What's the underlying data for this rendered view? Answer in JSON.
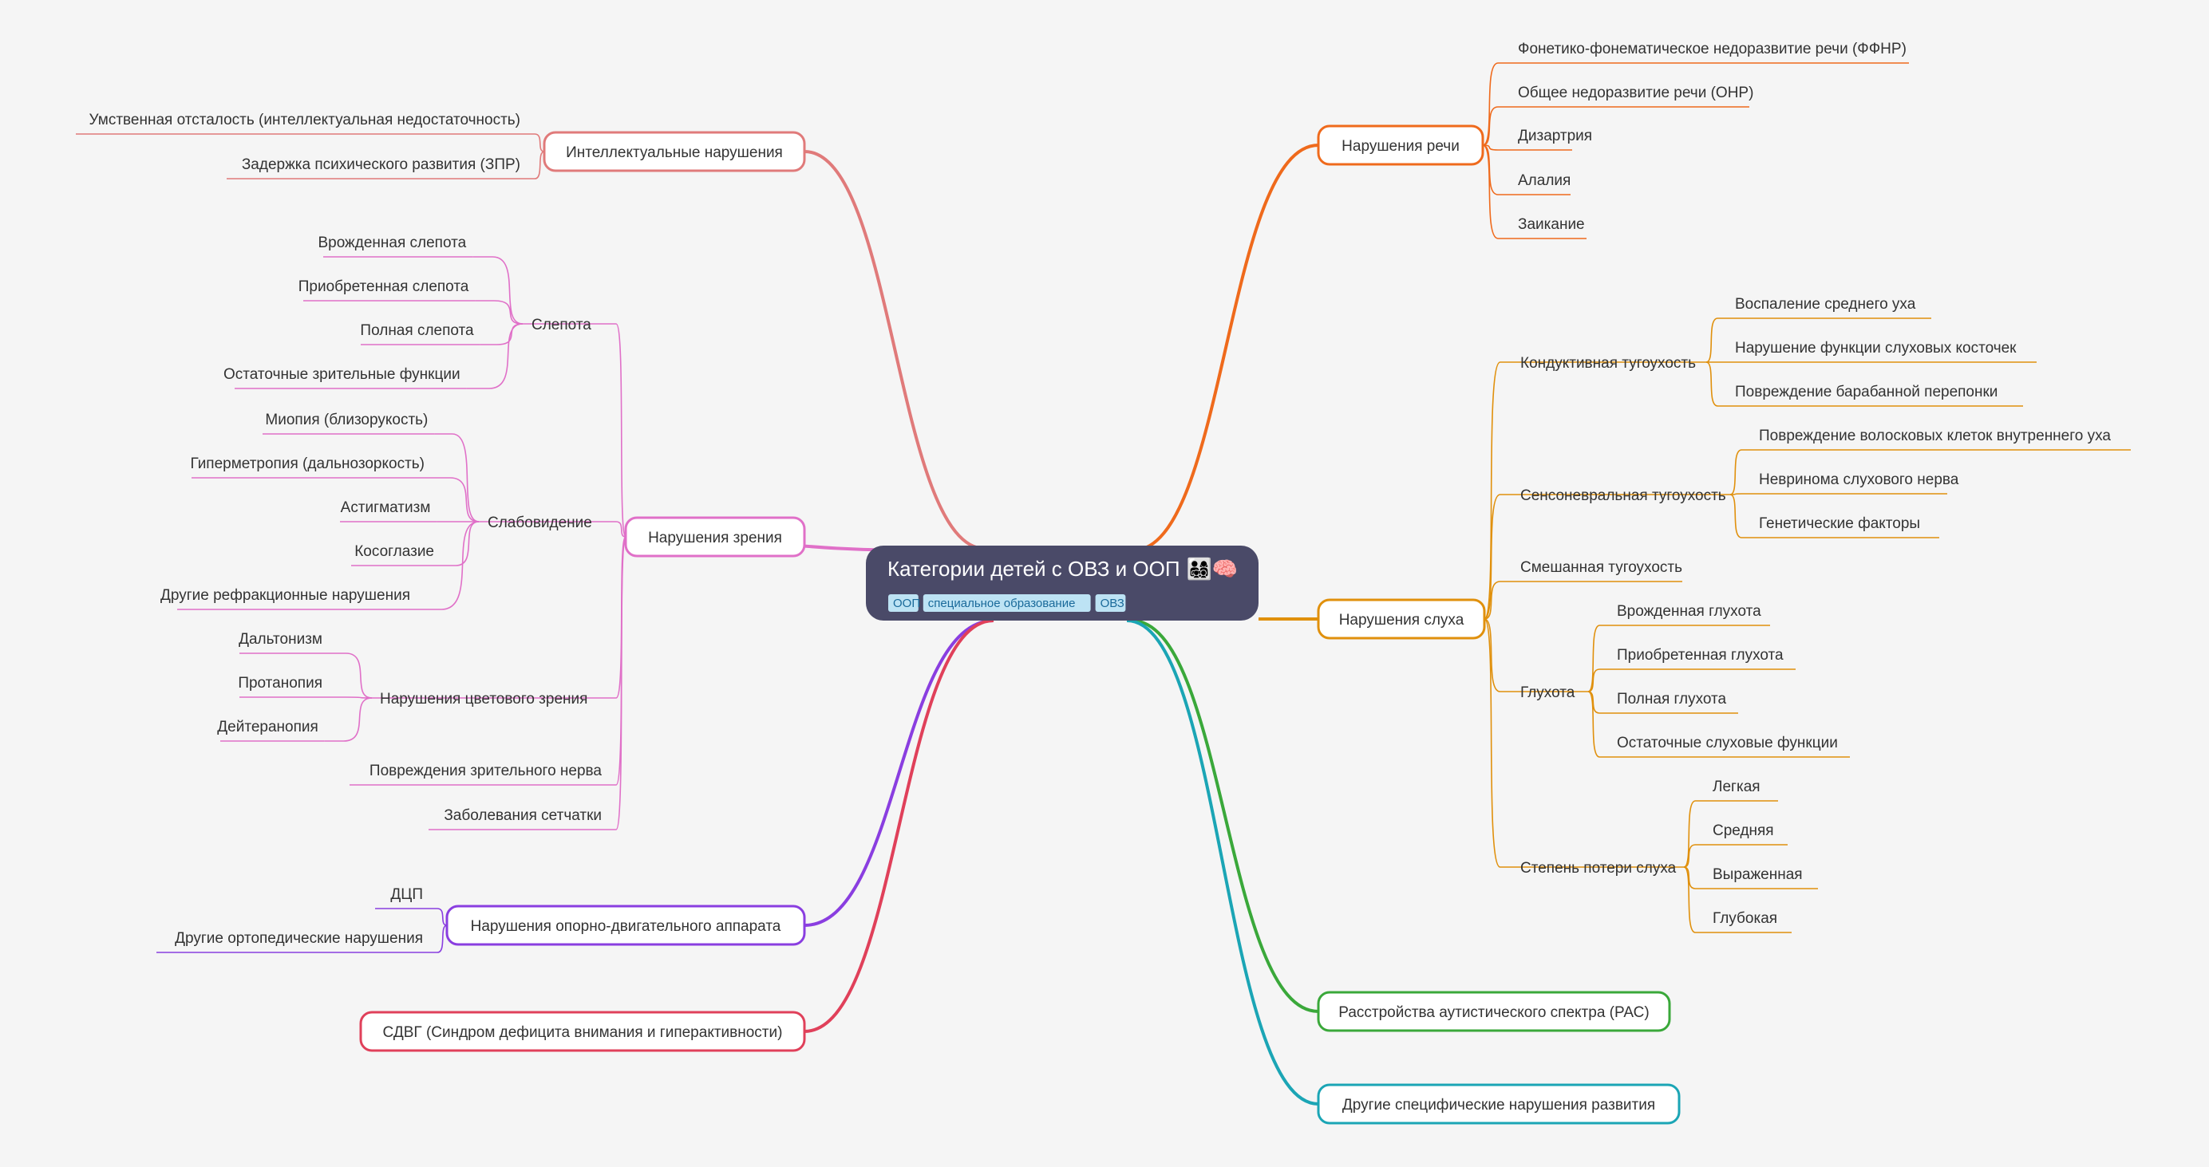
{
  "root": {
    "title": "Категории детей с ОВЗ и ООП",
    "emoji": "👨‍👩‍👧‍👦🧠",
    "tags": [
      "ООП",
      "специальное образование",
      "ОВЗ"
    ]
  },
  "colors": {
    "intellectual": "#e07a7a",
    "vision": "#e070c8",
    "motor": "#8a3ee0",
    "adhd": "#e0405a",
    "speech": "#ef6a1c",
    "hearing": "#e0900c",
    "autism": "#3aa83a",
    "other": "#1ba5b5",
    "root_bg": "#4a4a68",
    "tag_bg": "#bde3f4",
    "tag_text": "#1a6a9a"
  },
  "left_branches": [
    {
      "id": "intellectual",
      "label": "Интеллектуальные нарушения",
      "children": [
        {
          "label": "Умственная отсталость (интеллектуальная недостаточность)"
        },
        {
          "label": "Задержка психического развития (ЗПР)"
        }
      ]
    },
    {
      "id": "vision",
      "label": "Нарушения зрения",
      "children": [
        {
          "label": "Слепота",
          "children": [
            {
              "label": "Врожденная слепота"
            },
            {
              "label": "Приобретенная слепота"
            },
            {
              "label": "Полная слепота"
            },
            {
              "label": "Остаточные зрительные функции"
            }
          ]
        },
        {
          "label": "Слабовидение",
          "children": [
            {
              "label": "Миопия (близорукость)"
            },
            {
              "label": "Гиперметропия (дальнозоркость)"
            },
            {
              "label": "Астигматизм"
            },
            {
              "label": "Косоглазие"
            },
            {
              "label": "Другие рефракционные нарушения"
            }
          ]
        },
        {
          "label": "Нарушения цветового зрения",
          "children": [
            {
              "label": "Дальтонизм"
            },
            {
              "label": "Протанопия"
            },
            {
              "label": "Дейтеранопия"
            }
          ]
        },
        {
          "label": "Повреждения зрительного нерва"
        },
        {
          "label": "Заболевания сетчатки"
        }
      ]
    },
    {
      "id": "motor",
      "label": "Нарушения опорно-двигательного аппарата",
      "children": [
        {
          "label": "ДЦП"
        },
        {
          "label": "Другие ортопедические нарушения"
        }
      ]
    },
    {
      "id": "adhd",
      "label": "СДВГ (Синдром дефицита внимания и гиперактивности)",
      "children": []
    }
  ],
  "right_branches": [
    {
      "id": "speech",
      "label": "Нарушения речи",
      "children": [
        {
          "label": "Фонетико-фонематическое недоразвитие речи (ФФНР)"
        },
        {
          "label": "Общее недоразвитие речи (ОНР)"
        },
        {
          "label": "Дизартрия"
        },
        {
          "label": "Алалия"
        },
        {
          "label": "Заикание"
        }
      ]
    },
    {
      "id": "hearing",
      "label": "Нарушения слуха",
      "children": [
        {
          "label": "Кондуктивная тугоухость",
          "children": [
            {
              "label": "Воспаление среднего уха"
            },
            {
              "label": "Нарушение функции слуховых косточек"
            },
            {
              "label": "Повреждение барабанной перепонки"
            }
          ]
        },
        {
          "label": "Сенсоневральная тугоухость",
          "children": [
            {
              "label": "Повреждение волосковых клеток внутреннего уха"
            },
            {
              "label": "Невринома слухового нерва"
            },
            {
              "label": "Генетические факторы"
            }
          ]
        },
        {
          "label": "Смешанная тугоухость"
        },
        {
          "label": "Глухота",
          "children": [
            {
              "label": "Врожденная глухота"
            },
            {
              "label": "Приобретенная глухота"
            },
            {
              "label": "Полная глухота"
            },
            {
              "label": "Остаточные слуховые функции"
            }
          ]
        },
        {
          "label": "Степень потери слуха",
          "children": [
            {
              "label": "Легкая"
            },
            {
              "label": "Средняя"
            },
            {
              "label": "Выраженная"
            },
            {
              "label": "Глубокая"
            }
          ]
        }
      ]
    },
    {
      "id": "autism",
      "label": "Расстройства аутистического спектра (РАС)",
      "children": []
    },
    {
      "id": "other",
      "label": "Другие специфические нарушения развития",
      "children": []
    }
  ]
}
